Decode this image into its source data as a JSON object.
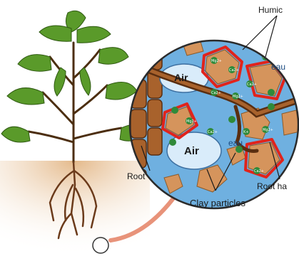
{
  "labels": {
    "humic": "Humic",
    "air_top": "Air",
    "air_bottom": "Air",
    "eau_top": "eau",
    "eau_middle": "eau",
    "root": "Root",
    "root_hair": "Root ha",
    "clay_particles": "Clay particles"
  },
  "ions": {
    "mg": "Mg2+",
    "ca": "Ca2+",
    "k": "K+"
  },
  "colors": {
    "water": "#6fb0e0",
    "clay": "#d5945c",
    "humic_outline": "#e0241c",
    "root_brown": "#6b3a1a",
    "leaf_green": "#5a9a2a",
    "soil": "#e9c7a0",
    "arrow": "#e8937a"
  }
}
